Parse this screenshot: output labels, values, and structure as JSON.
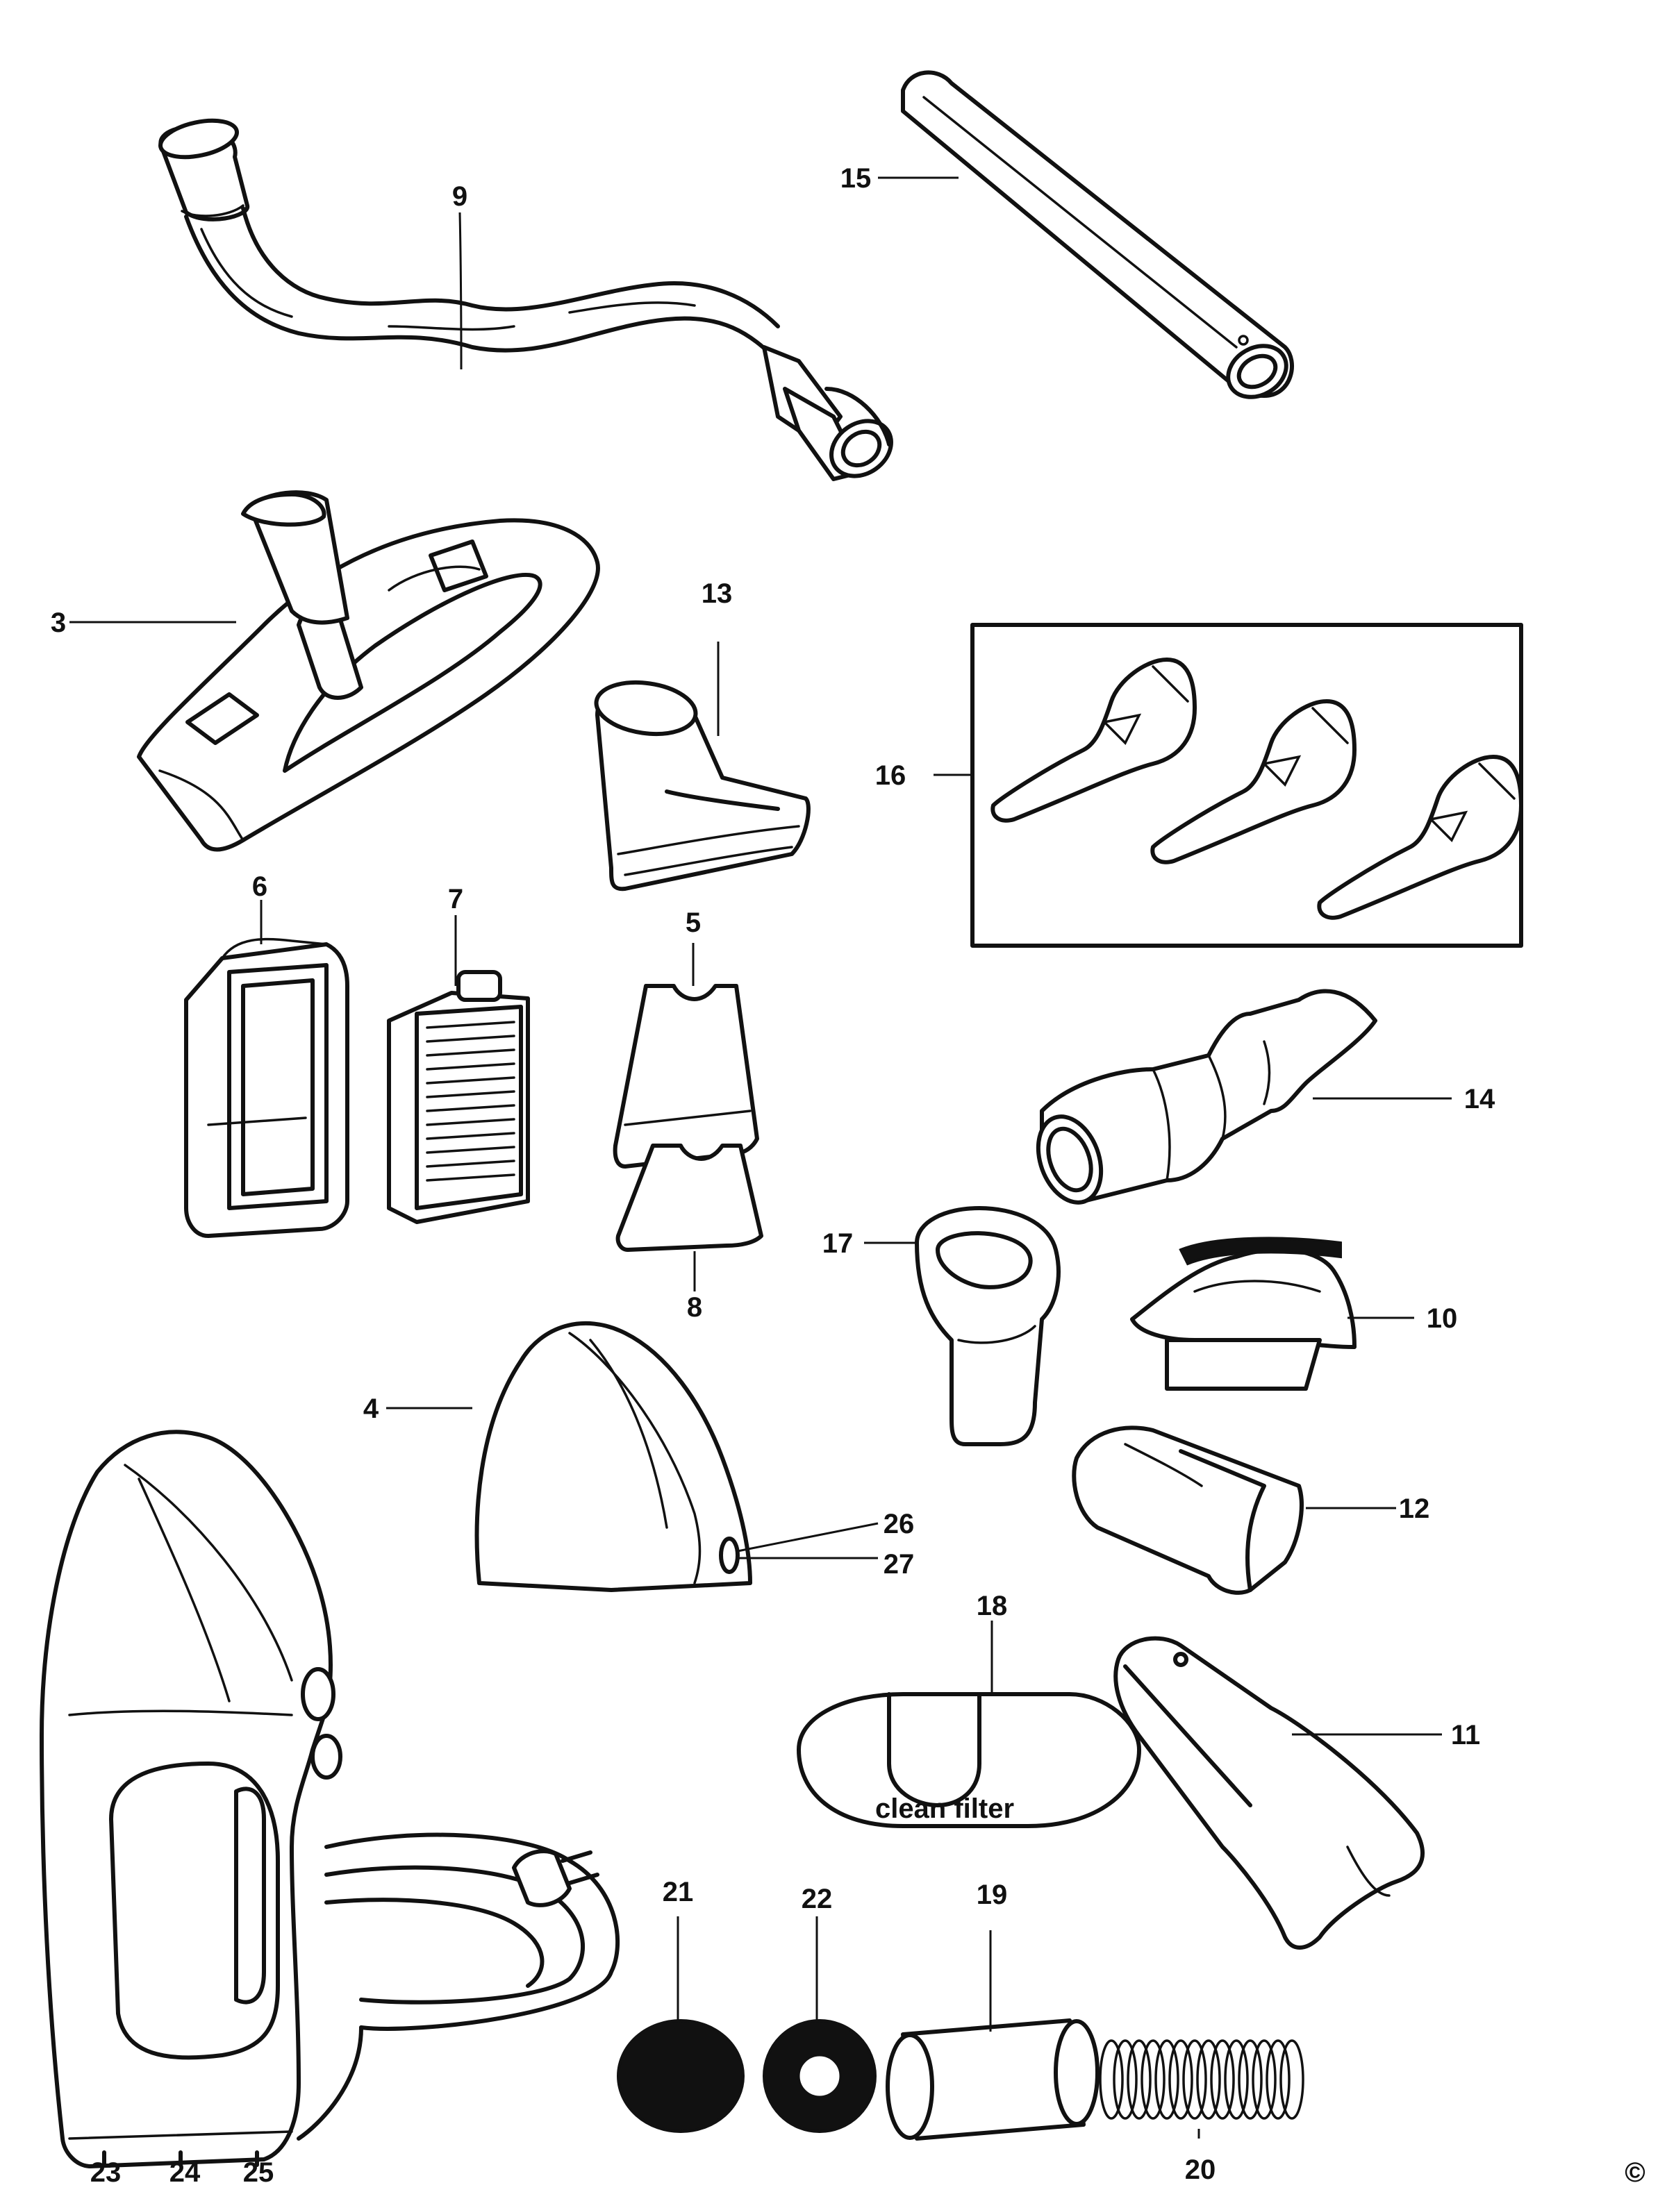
{
  "callouts": {
    "c3": "3",
    "c4": "4",
    "c5": "5",
    "c6": "6",
    "c7": "7",
    "c8": "8",
    "c9": "9",
    "c10": "10",
    "c11": "11",
    "c12": "12",
    "c13": "13",
    "c14": "14",
    "c15": "15",
    "c16": "16",
    "c17": "17",
    "c18": "18",
    "c19": "19",
    "c20": "20",
    "c21": "21",
    "c22": "22",
    "c23": "23",
    "c24": "24",
    "c25": "25",
    "c26": "26",
    "c27": "27"
  },
  "filter_label": "clean filter",
  "copyright_symbol": "©"
}
